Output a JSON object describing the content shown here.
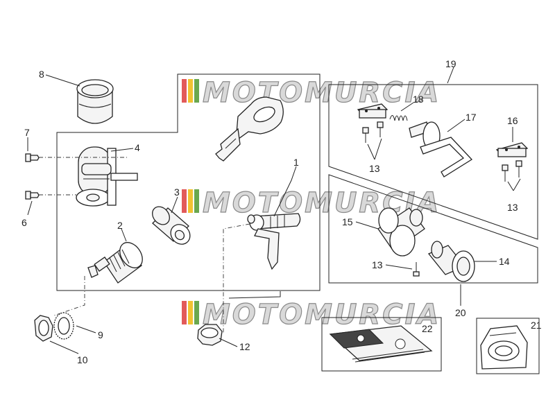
{
  "watermark": {
    "text": "MOTOMURCIA",
    "stripe_colors": [
      "#e25a5a",
      "#f1c232",
      "#6aa84f"
    ]
  },
  "callouts": {
    "n1": "1",
    "n2": "2",
    "n3": "3",
    "n4": "4",
    "n5": "6",
    "n6": "7",
    "n7": "8",
    "n8": "9",
    "n9": "10",
    "n10": "12",
    "n11": "13",
    "n12": "13",
    "n13": "13",
    "n14": "14",
    "n15": "15",
    "n16": "16",
    "n17": "17",
    "n18": "18",
    "n19": "19",
    "n20": "20",
    "n21": "21",
    "n22": "22"
  }
}
